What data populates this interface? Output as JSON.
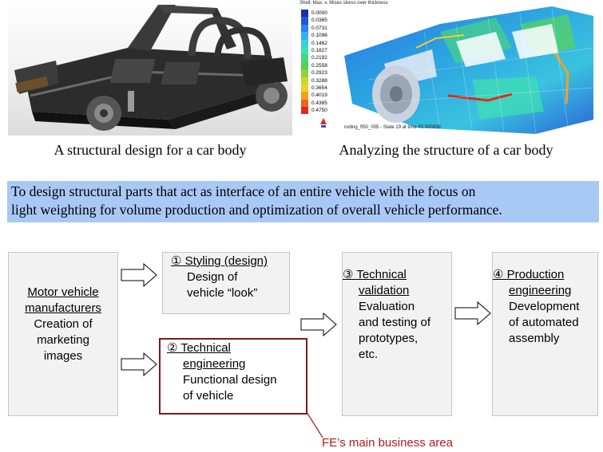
{
  "images": {
    "left_caption": "A structural design for a car body",
    "right_caption": "Analyzing the structure of a car body",
    "legend": {
      "title": "Shell: Max. v. Mises stress over thickness",
      "values": [
        "0.0000",
        "0.0365",
        "0.0731",
        "0.1096",
        "0.1462",
        "0.1827",
        "0.2192",
        "0.2558",
        "0.2923",
        "0.3288",
        "0.3654",
        "0.4019",
        "0.4385",
        "0.4750"
      ],
      "colors": [
        "#1a2cb0",
        "#1f55d8",
        "#2a82ee",
        "#35aef2",
        "#3ad0da",
        "#3ee0b0",
        "#43d880",
        "#55d050",
        "#8ed238",
        "#c8d830",
        "#f0d028",
        "#f2a024",
        "#ee6420",
        "#e02a1c"
      ],
      "footer": "roding_ft50_005 - State 19 at time 45.000839"
    }
  },
  "banner": {
    "line1": "To design structural parts that act as interface of an entire vehicle with the focus on",
    "line2": "light weighting for volume production and optimization of overall vehicle performance."
  },
  "flow": {
    "manufacturers": {
      "title_line1": "Motor vehicle",
      "title_line2": "manufacturers",
      "body": [
        "Creation of",
        "marketing",
        "images"
      ]
    },
    "styling": {
      "title": "① Styling (design)",
      "body": [
        "Design of",
        "vehicle “look”"
      ]
    },
    "technical_engineering": {
      "title_line1": "② Technical",
      "title_line2": "engineering",
      "body": [
        "Functional design",
        "of vehicle"
      ]
    },
    "technical_validation": {
      "title_line1": "③ Technical",
      "title_line2": "validation",
      "body": [
        "Evaluation",
        "and testing of",
        "prototypes,",
        "etc."
      ]
    },
    "production_engineering": {
      "title_line1": "④ Production",
      "title_line2": "engineering",
      "body": [
        "Development",
        "of automated",
        "assembly"
      ]
    },
    "main_business_label": "FE’s main business area"
  }
}
